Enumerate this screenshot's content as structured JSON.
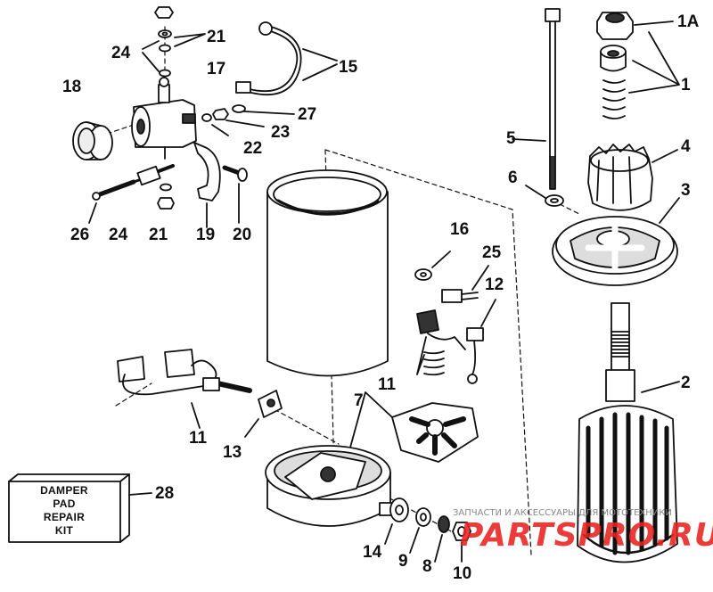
{
  "callouts": {
    "c1A": "1A",
    "c1": "1",
    "c2": "2",
    "c3": "3",
    "c4": "4",
    "c5": "5",
    "c6": "6",
    "c7": "7",
    "c8": "8",
    "c9": "9",
    "c10": "10",
    "c11a": "11",
    "c11b": "11",
    "c12": "12",
    "c13": "13",
    "c14": "14",
    "c15": "15",
    "c16": "16",
    "c17": "17",
    "c18": "18",
    "c19": "19",
    "c20": "20",
    "c21a": "21",
    "c21b": "21",
    "c22": "22",
    "c23": "23",
    "c24a": "24",
    "c24b": "24",
    "c25": "25",
    "c26": "26",
    "c27": "27",
    "c28": "28"
  },
  "kit": {
    "line1": "DAMPER",
    "line2": "PAD",
    "line3": "REPAIR",
    "line4": "KIT"
  },
  "watermark": {
    "caption": "ЗАПЧАСТИ И АКСЕССУАРЫ ДЛЯ МОТОТЕХНИКИ",
    "brand": "PARTSPRO.RU",
    "brand_color": "#e8231f"
  }
}
